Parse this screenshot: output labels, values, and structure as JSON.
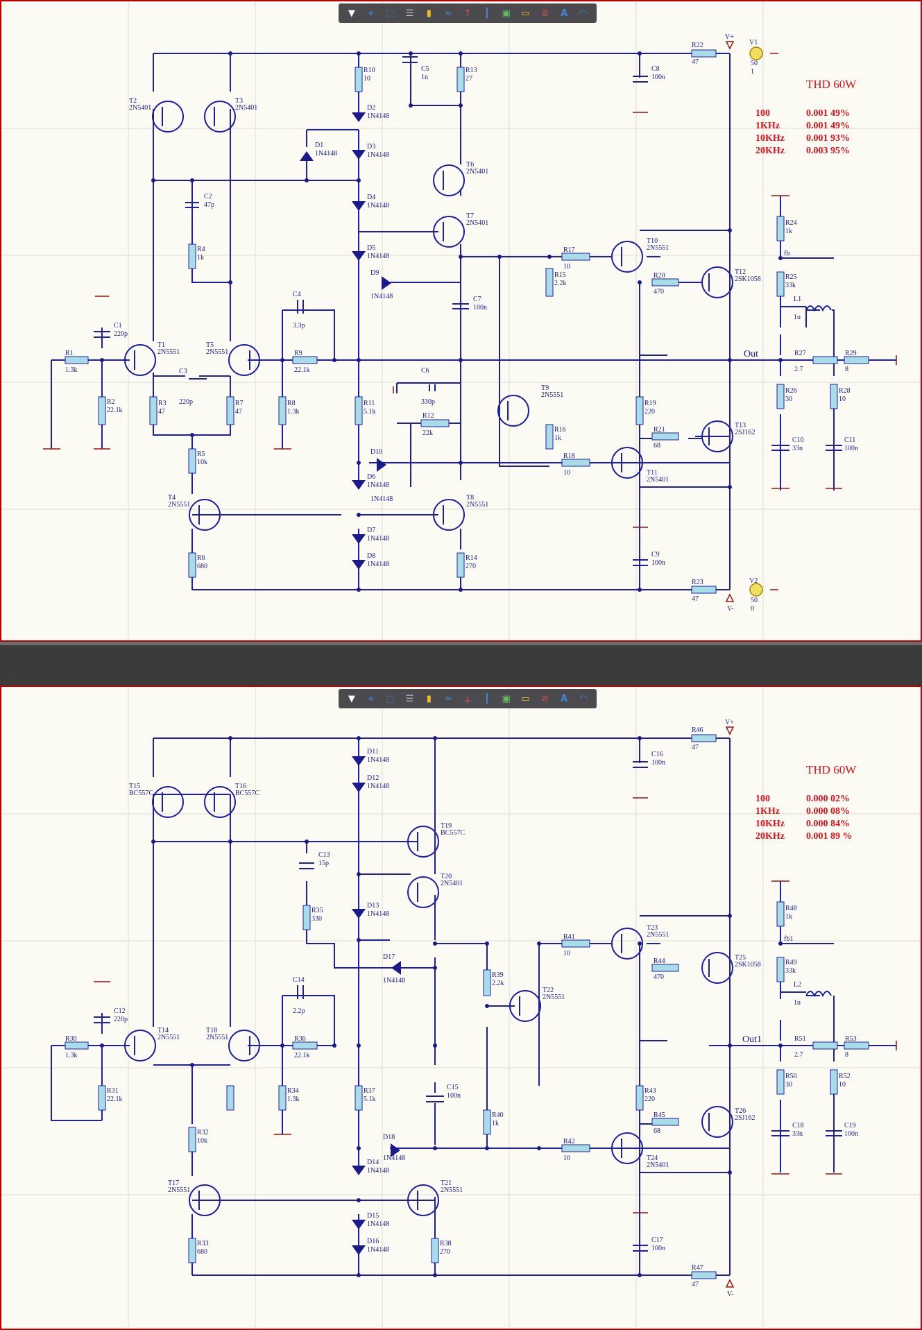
{
  "toolbar": {
    "icons": [
      "filter-icon",
      "cross-probe-icon",
      "select-rect-icon",
      "align-icon",
      "part-icon",
      "wire-icon",
      "power-port-icon",
      "bus-icon",
      "harness-icon",
      "sheet-entry-icon",
      "directive-icon",
      "text-icon",
      "arc-icon"
    ],
    "colors": {
      "bg": "#4a4a4f",
      "accent": "#3d8be0",
      "yellow": "#f0c020",
      "red": "#e05050"
    }
  },
  "sheet1": {
    "title": "THD 60W",
    "thd_rows": [
      {
        "freq": "100",
        "value": "0.001 49%"
      },
      {
        "freq": "1KHz",
        "value": "0.001 49%"
      },
      {
        "freq": "10KHz",
        "value": "0.001 93%"
      },
      {
        "freq": "20KHz",
        "value": "0.003 95%"
      }
    ],
    "nets": {
      "out": "Out",
      "fb": "fb",
      "vplus": "V+",
      "vminus": "V-"
    },
    "sources": {
      "v1_name": "V1",
      "v1_val": "50",
      "v1_idx": "1",
      "v2_name": "V2",
      "v2_val": "50",
      "v2_idx": "0"
    },
    "parts": {
      "R1": "R1",
      "R1v": "1.3k",
      "R2": "R2",
      "R2v": "22.1k",
      "R3": "R3",
      "R3v": "47",
      "R4": "R4",
      "R4v": "1k",
      "R5": "R5",
      "R5v": "10k",
      "R6": "R6",
      "R6v": "680",
      "R7": "R7",
      "R7v": "47",
      "R8": "R8",
      "R8v": "1.3k",
      "R9": "R9",
      "R9v": "22.1k",
      "R10": "R10",
      "R10v": "10",
      "R11": "R11",
      "R11v": "5.1k",
      "R12": "R12",
      "R12v": "22k",
      "R13": "R13",
      "R13v": "27",
      "R14": "R14",
      "R14v": "270",
      "R15": "R15",
      "R15v": "2.2k",
      "R16": "R16",
      "R16v": "1k",
      "R17": "R17",
      "R17v": "10",
      "R18": "R18",
      "R18v": "10",
      "R19": "R19",
      "R19v": "220",
      "R20": "R20",
      "R20v": "470",
      "R21": "R21",
      "R21v": "68",
      "R22": "R22",
      "R22v": "47",
      "R23": "R23",
      "R23v": "47",
      "R24": "R24",
      "R24v": "1k",
      "R25": "R25",
      "R25v": "33k",
      "R26": "R26",
      "R26v": "30",
      "R27": "R27",
      "R27v": "2.7",
      "R28": "R28",
      "R28v": "10",
      "R29": "R29",
      "R29v": "8",
      "C1": "C1",
      "C1v": "220p",
      "C2": "C2",
      "C2v": "47p",
      "C3": "C3",
      "C3v": "220p",
      "C4": "C4",
      "C4v": "3.3p",
      "C5": "C5",
      "C5v": "1n",
      "C6": "C6",
      "C6v": "330p",
      "C7": "C7",
      "C7v": "100n",
      "C8": "C8",
      "C8v": "100n",
      "C9": "C9",
      "C9v": "100n",
      "C10": "C10",
      "C10v": "33n",
      "C11": "C11",
      "C11v": "100n",
      "L1": "L1",
      "L1v": "1u",
      "T1": "T1",
      "T1v": "2N5551",
      "T2": "T2",
      "T2v": "2N5401",
      "T3": "T3",
      "T3v": "2N5401",
      "T4": "T4",
      "T4v": "2N5551",
      "T5": "T5",
      "T5v": "2N5551",
      "T6": "T6",
      "T6v": "2N5401",
      "T7": "T7",
      "T7v": "2N5401",
      "T8": "T8",
      "T8v": "2N5551",
      "T9": "T9",
      "T9v": "2N5551",
      "T10": "T10",
      "T10v": "2N5551",
      "T11": "T11",
      "T11v": "2N5401",
      "T12": "T12",
      "T12v": "2SK1058",
      "T13": "T13",
      "T13v": "2SJ162",
      "D1": "D1",
      "D2": "D2",
      "D3": "D3",
      "D4": "D4",
      "D5": "D5",
      "D6": "D6",
      "D7": "D7",
      "D8": "D8",
      "D9": "D9",
      "D10": "D10",
      "Dv": "1N4148"
    }
  },
  "sheet2": {
    "title": "THD 60W",
    "thd_rows": [
      {
        "freq": "100",
        "value": "0.000 02%"
      },
      {
        "freq": "1KHz",
        "value": "0.000 08%"
      },
      {
        "freq": "10KHz",
        "value": "0.000 84%"
      },
      {
        "freq": "20KHz",
        "value": "0.001 89 %"
      }
    ],
    "nets": {
      "out": "Out1",
      "fb": "fb1",
      "vplus": "V+",
      "vminus": "V-"
    },
    "parts": {
      "R30": "R30",
      "R30v": "1.3k",
      "R31": "R31",
      "R31v": "22.1k",
      "R32": "R32",
      "R32v": "10k",
      "R33": "R33",
      "R33v": "680",
      "R34": "R34",
      "R34v": "1.3k",
      "R35": "R35",
      "R35v": "330",
      "R36": "R36",
      "R36v": "22.1k",
      "R37": "R37",
      "R37v": "5.1k",
      "R38": "R38",
      "R38v": "270",
      "R39": "R39",
      "R39v": "2.2k",
      "R40": "R40",
      "R40v": "1k",
      "R41": "R41",
      "R41v": "10",
      "R42": "R42",
      "R42v": "10",
      "R43": "R43",
      "R43v": "220",
      "R44": "R44",
      "R44v": "470",
      "R45": "R45",
      "R45v": "68",
      "R46": "R46",
      "R46v": "47",
      "R47": "R47",
      "R47v": "47",
      "R48": "R48",
      "R48v": "1k",
      "R49": "R49",
      "R49v": "33k",
      "R50": "R50",
      "R50v": "30",
      "R51": "R51",
      "R51v": "2.7",
      "R52": "R52",
      "R52v": "10",
      "R53": "R53",
      "R53v": "8",
      "C12": "C12",
      "C12v": "220p",
      "C13": "C13",
      "C13v": "15p",
      "C14": "C14",
      "C14v": "2.2p",
      "C15": "C15",
      "C15v": "100n",
      "C16": "C16",
      "C16v": "100n",
      "C17": "C17",
      "C17v": "100n",
      "C18": "C18",
      "C18v": "33n",
      "C19": "C19",
      "C19v": "100n",
      "L2": "L2",
      "L2v": "1u",
      "T14": "T14",
      "T14v": "2N5551",
      "T15": "T15",
      "T15v": "BC557C",
      "T16": "T16",
      "T16v": "BC557C",
      "T17": "T17",
      "T17v": "2N5551",
      "T18": "T18",
      "T18v": "2N5551",
      "T19": "T19",
      "T19v": "BC557C",
      "T20": "T20",
      "T20v": "2N5401",
      "T21": "T21",
      "T21v": "2N5551",
      "T22": "T22",
      "T22v": "2N5551",
      "T23": "T23",
      "T23v": "2N5551",
      "T24": "T24",
      "T24v": "2N5401",
      "T25": "T25",
      "T25v": "2SK1058",
      "T26": "T26",
      "T26v": "2SJ162",
      "D11": "D11",
      "D12": "D12",
      "D13": "D13",
      "D14": "D14",
      "D15": "D15",
      "D16": "D16",
      "D17": "D17",
      "D18": "D18",
      "Dv": "1N4148"
    }
  }
}
